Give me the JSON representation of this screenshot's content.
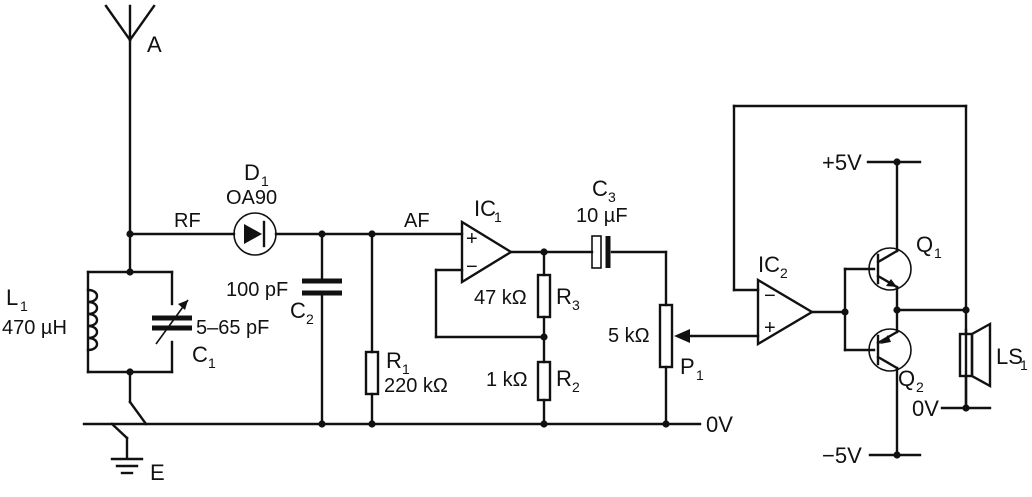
{
  "nodes": {
    "antenna": "A",
    "rf": "RF",
    "af": "AF",
    "ground": "E",
    "zero_v_main": "0V",
    "zero_v_out": "0V",
    "plus_5v": "+5V",
    "minus_5v": "−5V"
  },
  "components": {
    "L1": {
      "name": "L",
      "sub": "1",
      "value": "470 µH"
    },
    "C1": {
      "name": "C",
      "sub": "1",
      "value": "5–65 pF"
    },
    "D1": {
      "name": "D",
      "sub": "1",
      "value": "OA90"
    },
    "C2": {
      "name": "C",
      "sub": "2",
      "value": "100 pF"
    },
    "R1": {
      "name": "R",
      "sub": "1",
      "value": "220 kΩ"
    },
    "IC1": {
      "name": "IC",
      "sub": "1"
    },
    "R3": {
      "name": "R",
      "sub": "3",
      "value": "47 kΩ"
    },
    "R2": {
      "name": "R",
      "sub": "2",
      "value": "1 kΩ"
    },
    "C3": {
      "name": "C",
      "sub": "3",
      "value": "10 µF"
    },
    "P1": {
      "name": "P",
      "sub": "1",
      "value": "5 kΩ"
    },
    "IC2": {
      "name": "IC",
      "sub": "2"
    },
    "Q1": {
      "name": "Q",
      "sub": "1"
    },
    "Q2": {
      "name": "Q",
      "sub": "2"
    },
    "LS1": {
      "name": "LS",
      "sub": "1"
    }
  },
  "opamp_pins": {
    "plus": "+",
    "minus": "−"
  }
}
